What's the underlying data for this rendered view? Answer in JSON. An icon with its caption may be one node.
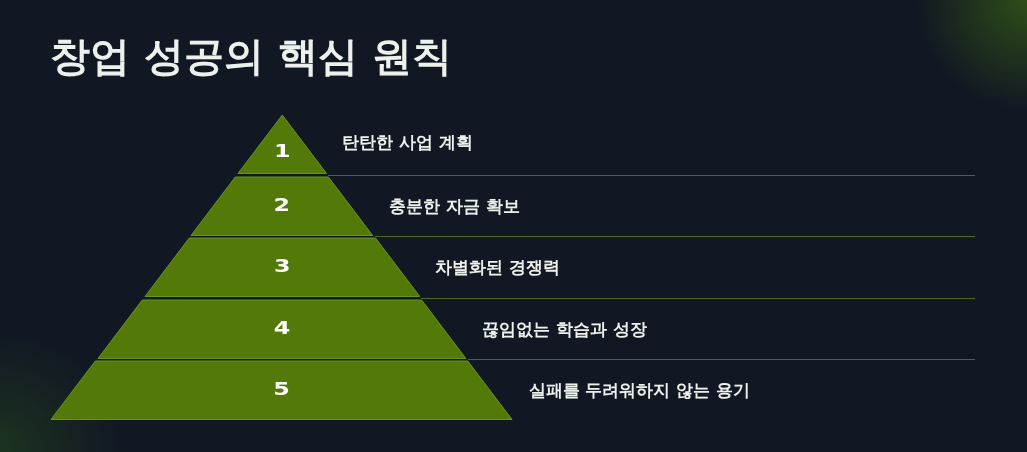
{
  "diagram": {
    "title": "창업 성공의 핵심 원칙",
    "nodes": [
      {
        "text": [
          "1"
        ],
        "beside": [
          "탄탄한 사업 계획"
        ]
      },
      {
        "text": [
          "2"
        ],
        "beside": [
          "충분한 자금 확보"
        ]
      },
      {
        "text": [
          "3"
        ],
        "beside": [
          "차별화된 경쟁력"
        ]
      },
      {
        "text": [
          "4"
        ],
        "beside": [
          "끊임없는 학습과 성장"
        ]
      },
      {
        "text": [
          "5"
        ],
        "beside": [
          "실패를 두려워하지 않는 용기"
        ]
      }
    ]
  }
}
